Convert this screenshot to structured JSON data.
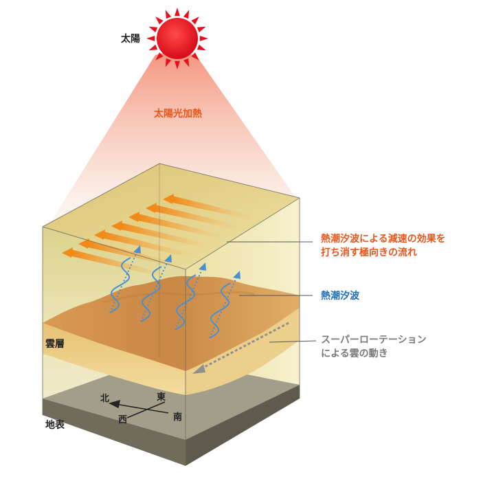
{
  "labels": {
    "sun": "太陽",
    "solar_heating": "太陽光加熱",
    "counter_flow": [
      "熱潮汐波による減速の効果を",
      "打ち消す極向きの流れ"
    ],
    "thermal_tide": "熱潮汐波",
    "superrotation": [
      "スーパーローテーション",
      "による雲の動き"
    ],
    "cloud_layer": "雲層",
    "surface": "地表"
  },
  "compass": {
    "north": "北",
    "east": "東",
    "west": "西",
    "south": "南"
  },
  "colors": {
    "sun": "#e8101c",
    "sun_glow": "#f39b7e",
    "box_fill": "#efe4a0",
    "cloud": "#e0a45a",
    "flow_arrow": "#f0a020",
    "wave": "#4a8fd0",
    "text_orange": "#e8561a",
    "text_blue": "#1f6db5",
    "text_gray": "#7a7a7a",
    "ground": "#8f8a78"
  }
}
